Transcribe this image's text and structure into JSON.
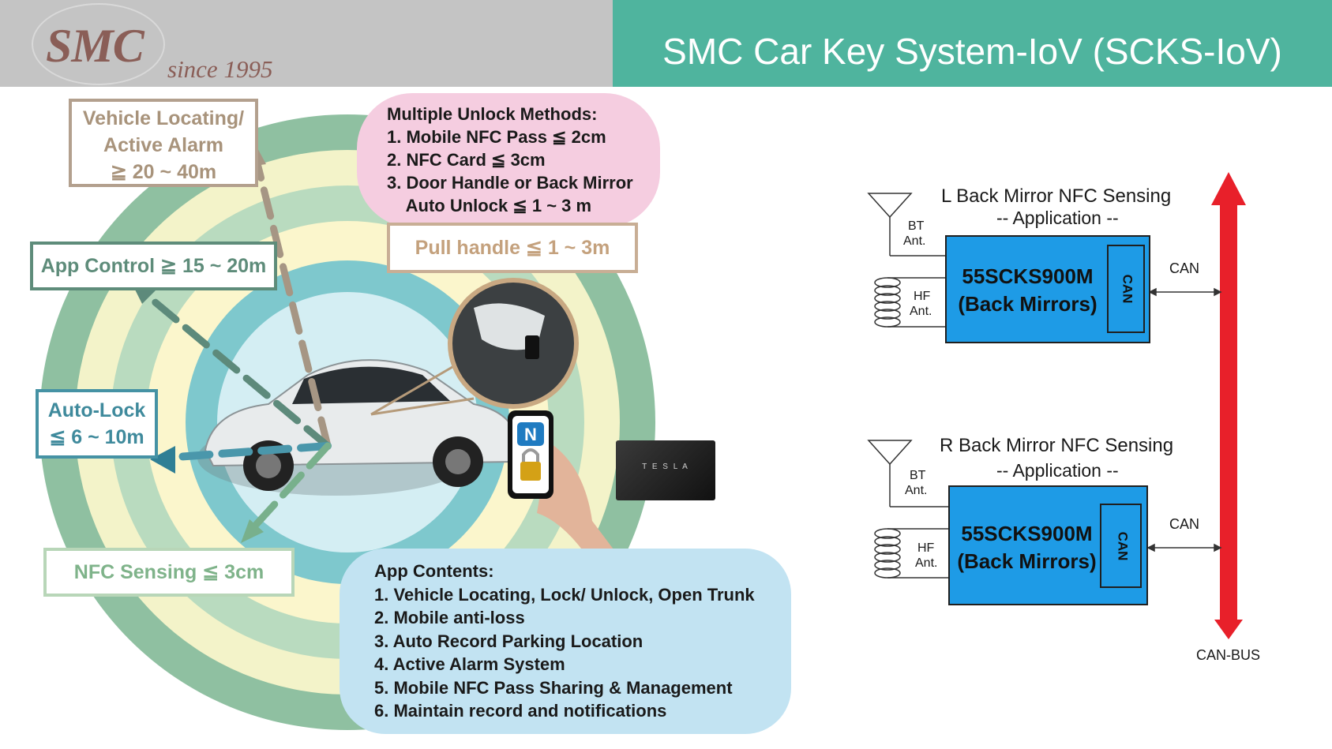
{
  "header": {
    "logo": "SMC",
    "since": "since 1995",
    "title": "SMC Car Key System-IoV (SCKS-IoV)"
  },
  "rings": {
    "colors": [
      "#8fc0a1",
      "#f3f3c9",
      "#b9dbbf",
      "#fbf6cc",
      "#7ec8cd",
      "#d4eef3"
    ]
  },
  "labels": {
    "vehicle_locating": [
      "Vehicle Locating/",
      "Active Alarm",
      "≧ 20 ~ 40m"
    ],
    "app_control": "App Control ≧ 15 ~ 20m",
    "auto_lock": [
      "Auto-Lock",
      "≦ 6 ~ 10m"
    ],
    "nfc_sensing": "NFC Sensing ≦ 3cm",
    "pull_handle": "Pull handle ≦ 1 ~ 3m"
  },
  "unlock_methods": {
    "title": "Multiple Unlock Methods:",
    "items": [
      "1. Mobile NFC Pass ≦ 2cm",
      "2. NFC Card ≦ 3cm",
      "3. Door Handle or Back Mirror",
      "    Auto Unlock ≦ 1 ~ 3 m"
    ]
  },
  "app_contents": {
    "title": "App Contents:",
    "items": [
      "1. Vehicle Locating, Lock/ Unlock, Open Trunk",
      "2. Mobile anti-loss",
      "3. Auto Record Parking Location",
      "4. Active Alarm System",
      "5. Mobile NFC Pass Sharing & Management",
      "6. Maintain record and notifications"
    ]
  },
  "card": {
    "brand": "T E S L A"
  },
  "block_diagram": {
    "left": {
      "title": "L Back Mirror NFC Sensing",
      "subtitle": "-- Application --",
      "bt": [
        "BT",
        "Ant."
      ],
      "hf": [
        "HF",
        "Ant."
      ],
      "module": [
        "55SCKS900M",
        "(Back Mirrors)"
      ],
      "can_block": "CAN",
      "can_link": "CAN"
    },
    "right": {
      "title": "R Back Mirror NFC Sensing",
      "subtitle": "-- Application --",
      "bt": [
        "BT",
        "Ant."
      ],
      "hf": [
        "HF",
        "Ant."
      ],
      "module": [
        "55SCKS900M",
        "(Back Mirrors)"
      ],
      "can_block": "CAN",
      "can_link": "CAN"
    },
    "bus_label": "CAN-BUS"
  }
}
